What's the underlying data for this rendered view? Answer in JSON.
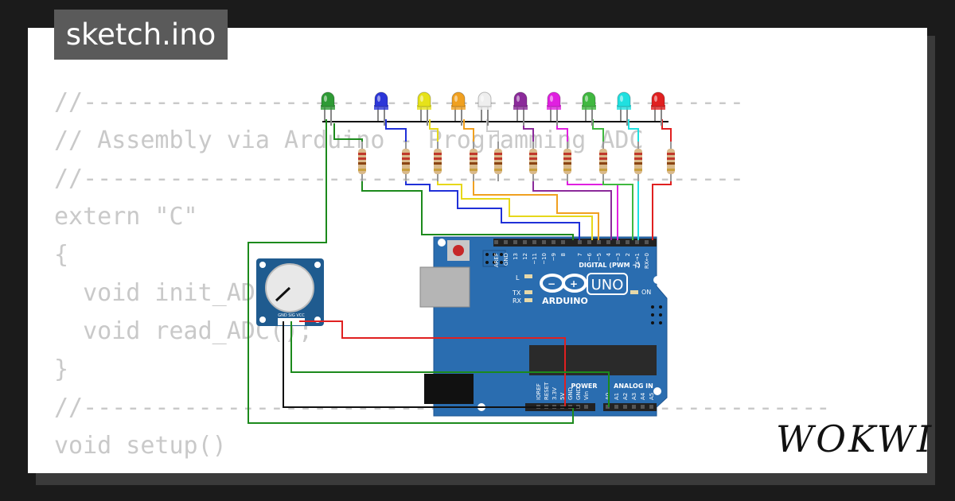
{
  "tab": {
    "filename": "sketch.ino"
  },
  "code_lines": [
    "//----------------------------------------------",
    "// Assembly via Arduino - Programming ADC",
    "//----------------------------------------------",
    "extern \"C\"",
    "{",
    "  void init_ADC();",
    "  void read_ADC();",
    "}",
    "//----------------------------------------------------",
    "void setup()",
    "{"
  ],
  "brand": {
    "logo": "WOKWI"
  },
  "arduino": {
    "model": "UNO",
    "brand": "ARDUINO",
    "digital_label": "DIGITAL (PWM ~)",
    "power_label": "POWER",
    "analog_label": "ANALOG IN",
    "on_label": "ON",
    "l_label": "L",
    "tx_label": "TX",
    "rx_label": "RX",
    "top_pins": [
      "AREF",
      "GND",
      "13",
      "12",
      "~11",
      "~10",
      "~9",
      "8",
      "7",
      "~6",
      "~5",
      "4",
      "~3",
      "2",
      "TX→1",
      "RX←0"
    ],
    "power_pins": [
      "IOREF",
      "RESET",
      "3.3V",
      "5V",
      "GND",
      "GND",
      "Vin"
    ],
    "analog_pins": [
      "A0",
      "A1",
      "A2",
      "A3",
      "A4",
      "A5"
    ]
  },
  "potentiometer": {
    "pins_label": "GND SIG VCC"
  },
  "leds": [
    {
      "color": "#2e9a35"
    },
    {
      "color": "#2c36d8"
    },
    {
      "color": "#e6e21a"
    },
    {
      "color": "#f0a020"
    },
    {
      "color": "#eeeeee"
    },
    {
      "color": "#8b2a9a"
    },
    {
      "color": "#e020e0"
    },
    {
      "color": "#40b840"
    },
    {
      "color": "#20e0e0"
    },
    {
      "color": "#e02020"
    }
  ],
  "colors": {
    "board": "#2a6db0",
    "background": "#1b1b1b",
    "card": "#ffffff",
    "code_text": "#c9c9c9"
  }
}
